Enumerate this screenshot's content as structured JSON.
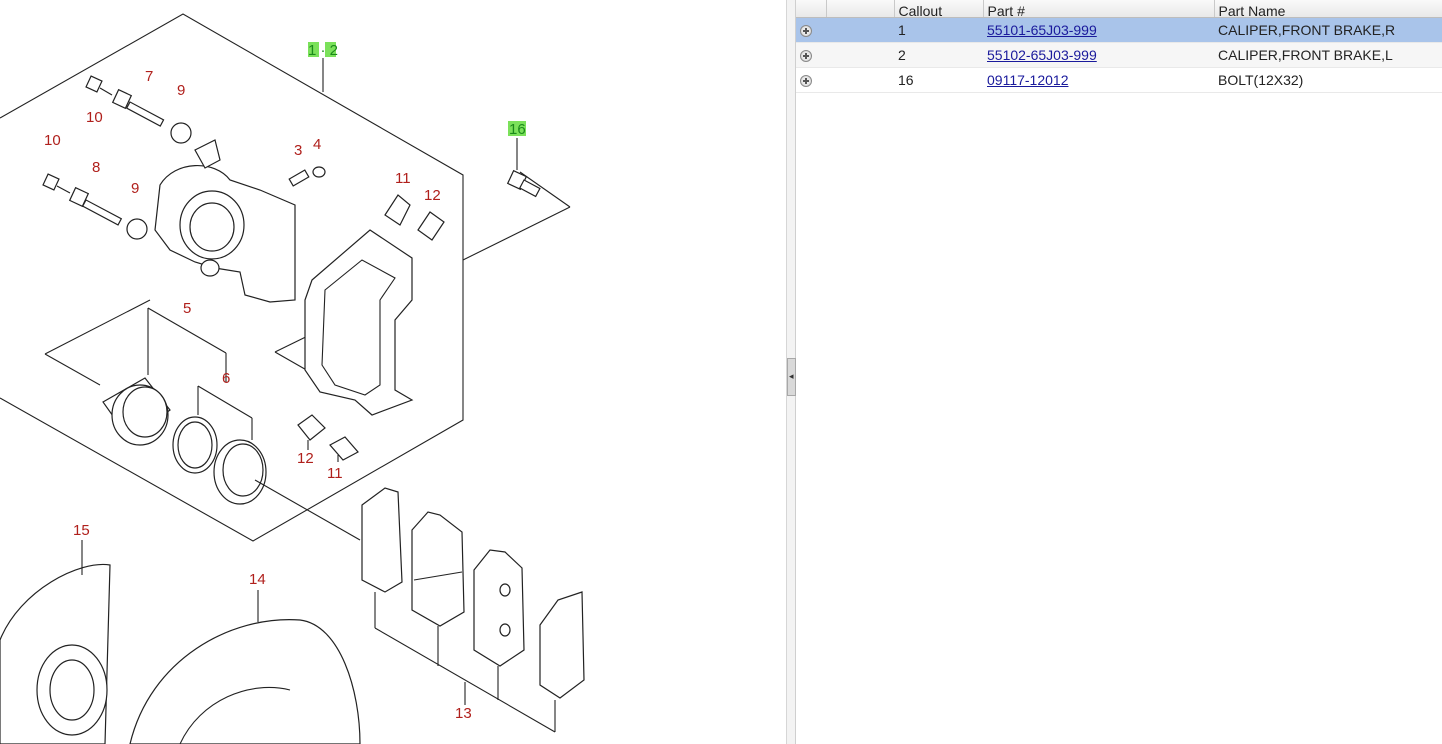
{
  "diagram": {
    "callouts": {
      "c1_2": "1 · 2",
      "c16": "16",
      "c7": "7",
      "c9a": "9",
      "c10a": "10",
      "c10b": "10",
      "c8": "8",
      "c9b": "9",
      "c3": "3",
      "c4": "4",
      "c11a": "11",
      "c12a": "12",
      "c5": "5",
      "c6": "6",
      "c12b": "12",
      "c11b": "11",
      "c15": "15",
      "c14": "14",
      "c13": "13"
    }
  },
  "table": {
    "headers": {
      "expand": "",
      "blank": "",
      "callout": "Callout",
      "part": "Part #",
      "name": "Part Name"
    },
    "rows": [
      {
        "callout": "1",
        "part": "55101-65J03-999",
        "name": "CALIPER,FRONT BRAKE,R"
      },
      {
        "callout": "2",
        "part": "55102-65J03-999",
        "name": "CALIPER,FRONT BRAKE,L"
      },
      {
        "callout": "16",
        "part": "09117-12012",
        "name": "BOLT(12X32)"
      }
    ]
  },
  "splitter": {
    "arrow": "◂"
  },
  "colors": {
    "selected_row": "#a9c4ea",
    "callout": "#b0201c",
    "callout_highlight": "#7be15a"
  }
}
